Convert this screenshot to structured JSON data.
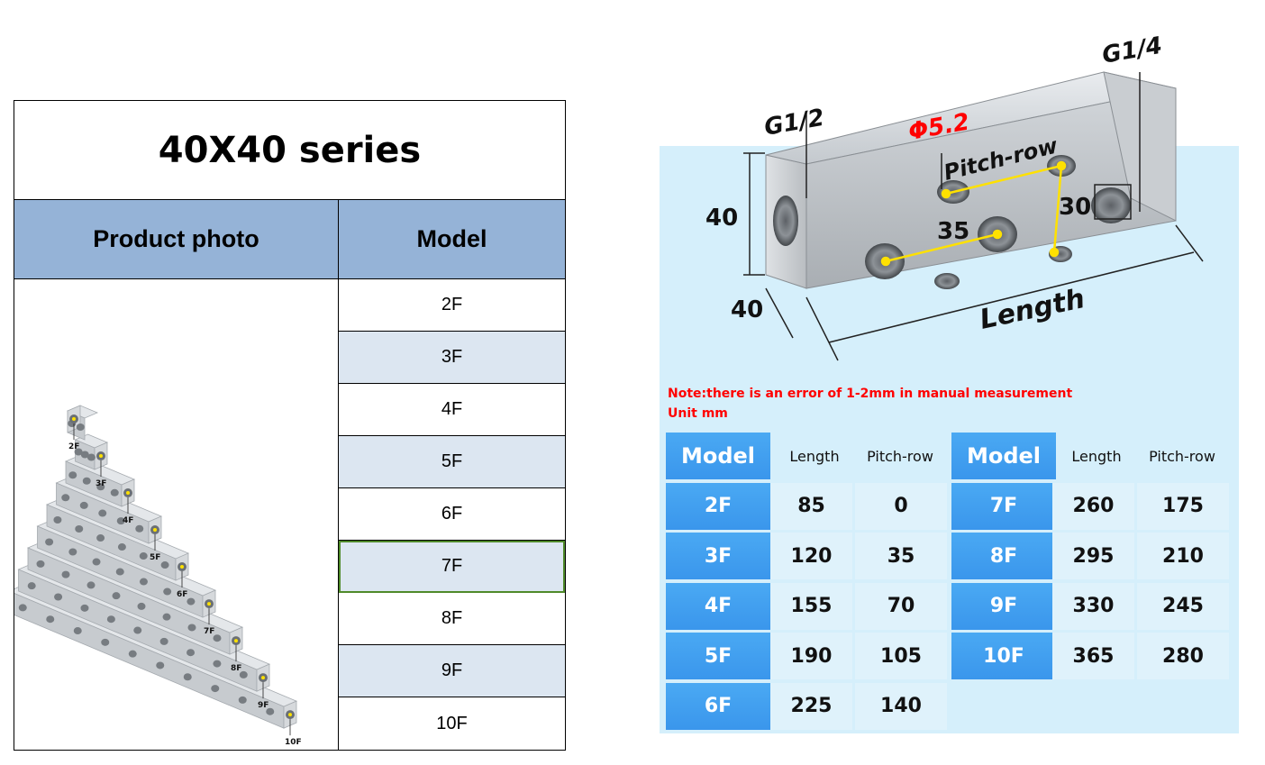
{
  "left_table": {
    "title": "40X40 series",
    "header_photo": "Product photo",
    "header_model": "Model",
    "models": [
      "2F",
      "3F",
      "4F",
      "5F",
      "6F",
      "7F",
      "8F",
      "9F",
      "10F"
    ],
    "selected_model": "7F",
    "photo_labels": [
      "2F",
      "3F",
      "4F",
      "5F",
      "6F",
      "7F",
      "8F",
      "9F",
      "10F"
    ]
  },
  "drawing": {
    "g12": "G1/2",
    "g14": "G1/4",
    "phi": "Φ5.2",
    "pitch_row": "Pitch-row",
    "dim_35": "35",
    "dim_30": "30",
    "dim_40_height": "40",
    "dim_40_width": "40",
    "length": "Length"
  },
  "note": {
    "line1": "Note:there is an error of 1-2mm in manual measurement",
    "line2": "Unit mm"
  },
  "spec_table": {
    "headers": {
      "model": "Model",
      "length": "Length",
      "pitch": "Pitch-row"
    },
    "left_rows": [
      {
        "model": "2F",
        "length": "85",
        "pitch": "0"
      },
      {
        "model": "3F",
        "length": "120",
        "pitch": "35"
      },
      {
        "model": "4F",
        "length": "155",
        "pitch": "70"
      },
      {
        "model": "5F",
        "length": "190",
        "pitch": "105"
      },
      {
        "model": "6F",
        "length": "225",
        "pitch": "140"
      }
    ],
    "right_rows": [
      {
        "model": "7F",
        "length": "260",
        "pitch": "175"
      },
      {
        "model": "8F",
        "length": "295",
        "pitch": "210"
      },
      {
        "model": "9F",
        "length": "330",
        "pitch": "245"
      },
      {
        "model": "10F",
        "length": "365",
        "pitch": "280"
      }
    ]
  },
  "colors": {
    "header_blue": "#95b3d7",
    "alt_row": "#dce6f1",
    "panel_bg": "#d5effb",
    "model_cell": "#3d9cf0",
    "note_red": "#ff0000",
    "highlight_yellow": "#ffe100"
  }
}
